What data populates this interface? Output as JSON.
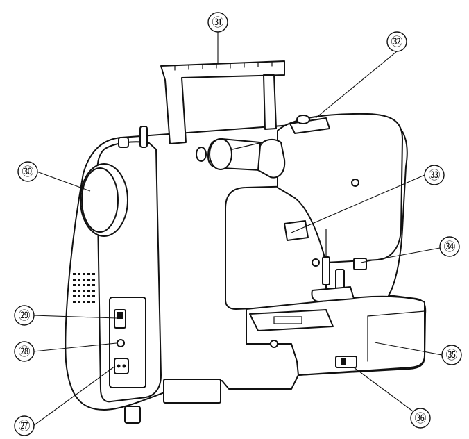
{
  "callouts": [
    {
      "id": "27",
      "label": "㉗"
    },
    {
      "id": "28",
      "label": "㉘"
    },
    {
      "id": "29",
      "label": "㉙"
    },
    {
      "id": "30",
      "label": "㉚"
    },
    {
      "id": "31",
      "label": "㉛"
    },
    {
      "id": "32",
      "label": "㉜"
    },
    {
      "id": "33",
      "label": "㉝"
    },
    {
      "id": "34",
      "label": "㉞"
    },
    {
      "id": "35",
      "label": "㉟"
    },
    {
      "id": "36",
      "label": "㊱"
    }
  ]
}
